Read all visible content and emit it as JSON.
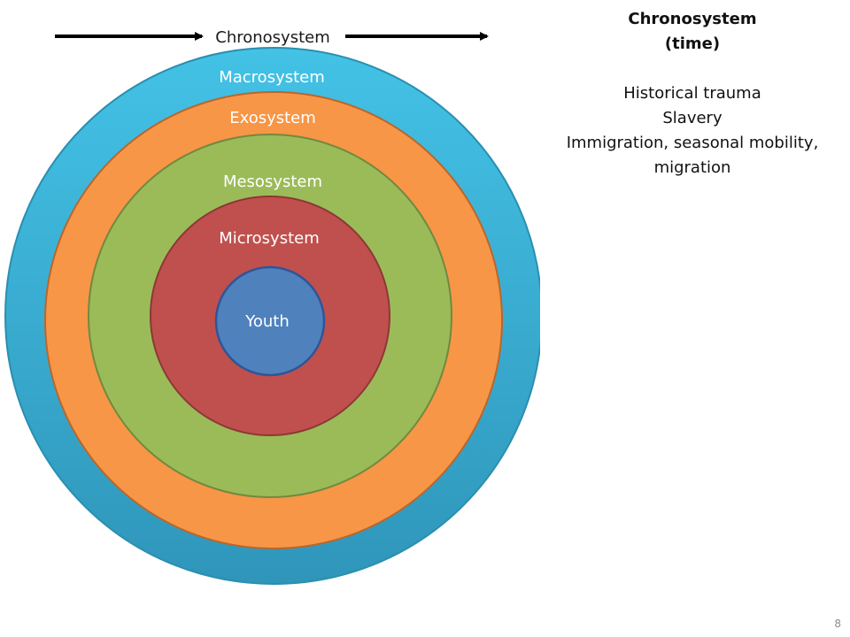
{
  "diagram": {
    "arrow_label": "Chronosystem",
    "rings": [
      {
        "label": "Macrosystem",
        "fill": "#39b5dc",
        "stroke": "#2a8fb0"
      },
      {
        "label": "Exosystem",
        "fill": "#f79646",
        "stroke": "#b9662d"
      },
      {
        "label": "Mesosystem",
        "fill": "#9bbb59",
        "stroke": "#71893f"
      },
      {
        "label": "Microsystem",
        "fill": "#c0504d",
        "stroke": "#8c3836"
      },
      {
        "label": "Youth",
        "fill": "#4f81bd",
        "stroke": "#2f5597"
      }
    ]
  },
  "side_panel": {
    "title_line1": "Chronosystem",
    "title_line2": "(time)",
    "items": [
      "Historical trauma",
      "Slavery",
      "Immigration, seasonal mobility,",
      "migration"
    ]
  },
  "slide": {
    "page_number": "8"
  }
}
